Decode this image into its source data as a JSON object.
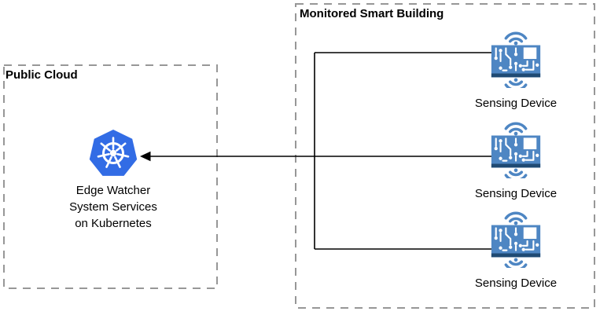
{
  "public_cloud": {
    "label": "Public Cloud",
    "node": {
      "icon": "kubernetes-icon",
      "lines": [
        "Edge Watcher",
        "System Services",
        "on Kubernetes"
      ]
    }
  },
  "building": {
    "label": "Monitored Smart Building",
    "devices": [
      {
        "icon": "sensing-device-icon",
        "label": "Sensing Device"
      },
      {
        "icon": "sensing-device-icon",
        "label": "Sensing Device"
      },
      {
        "icon": "sensing-device-icon",
        "label": "Sensing Device"
      }
    ]
  },
  "connections": [
    {
      "from": "sensing-device-1",
      "to": "junction",
      "type": "line"
    },
    {
      "from": "sensing-device-2",
      "to": "edge-watcher-node",
      "type": "arrow"
    },
    {
      "from": "sensing-device-3",
      "to": "junction",
      "type": "line"
    }
  ],
  "colors": {
    "kubernetes_blue": "#326ce5",
    "device_blue": "#4e86c3",
    "device_dark_blue": "#1f4a73",
    "border_gray": "#979797",
    "line_black": "#000000",
    "text_black": "#000000"
  }
}
